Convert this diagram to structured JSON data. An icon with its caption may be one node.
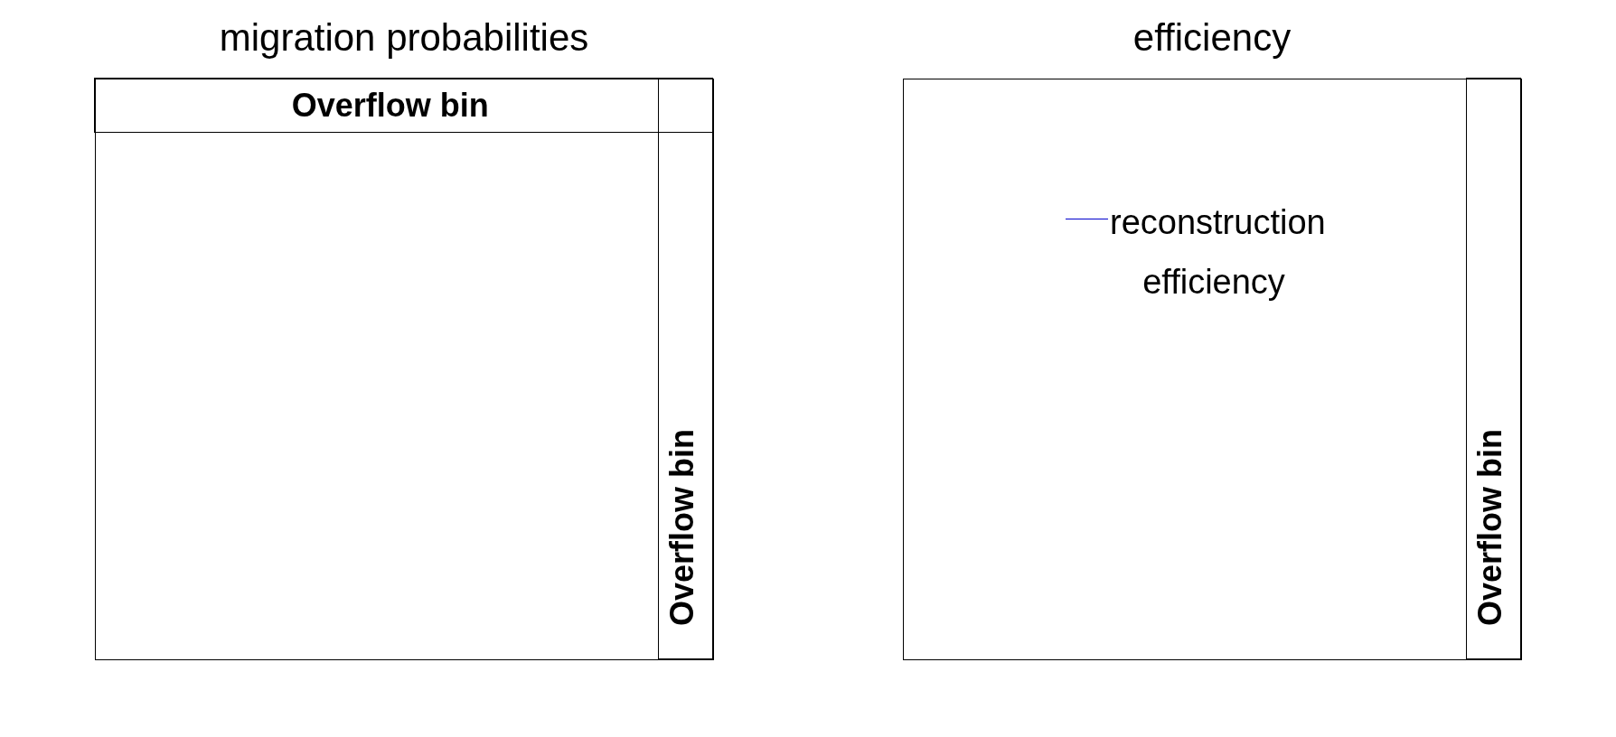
{
  "diagram": {
    "nodes": [
      {
        "text": [],
        "shape": "box"
      },
      {
        "text": [
          "Overflow bin"
        ],
        "in": 0
      },
      {
        "text": [],
        "shape": "box",
        "in": 0
      },
      {
        "text": [
          "Overflow bin"
        ],
        "in": 0
      },
      {
        "text": [],
        "shape": "box"
      },
      {
        "text": [
          "Overflow bin"
        ],
        "in": 4
      }
    ],
    "labels": [
      "migration probabilities",
      "efficiency"
    ],
    "legend": [
      {
        "text": "reconstruction efficiency"
      }
    ]
  }
}
